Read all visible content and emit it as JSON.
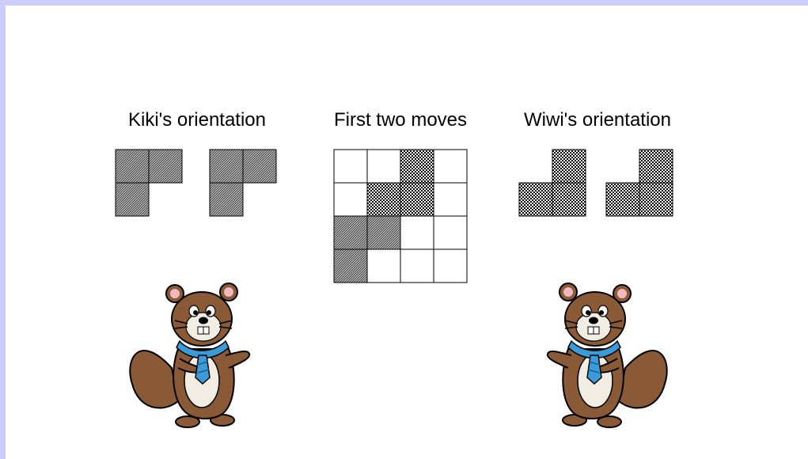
{
  "labels": {
    "left": "Kiki's orientation",
    "middle": "First two moves",
    "right": "Wiwi's orientation"
  },
  "colors": {
    "frame": "#ccccff",
    "grid_line": "#000000",
    "beaver_fur": "#8a5a36",
    "beaver_belly": "#f2ede2",
    "scarf": "#3a9bd8",
    "ear_inner": "#f2b8c0"
  },
  "board": {
    "rows": 4,
    "cols": 4,
    "cells": [
      [
        "empty",
        "empty",
        "wiwi",
        "empty"
      ],
      [
        "empty",
        "wiwi",
        "wiwi",
        "empty"
      ],
      [
        "kiki",
        "kiki",
        "empty",
        "empty"
      ],
      [
        "kiki",
        "empty",
        "empty",
        "empty"
      ]
    ]
  },
  "pieces": {
    "kiki_shape": [
      [
        1,
        1
      ],
      [
        1,
        0
      ]
    ],
    "wiwi_shape": [
      [
        0,
        1
      ],
      [
        1,
        1
      ]
    ]
  }
}
